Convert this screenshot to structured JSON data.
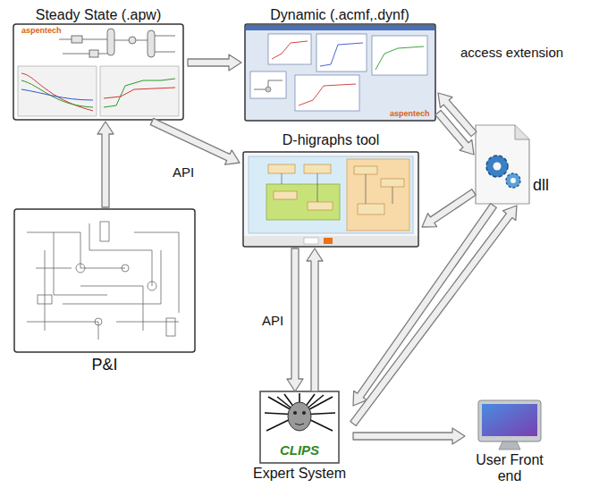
{
  "diagram": {
    "nodes": [
      {
        "text": [
          "Steady State (.apw)"
        ]
      },
      {
        "text": [
          "Dynamic (.acmf,.dynf)"
        ]
      },
      {
        "text": [
          "D-higraphs tool"
        ]
      },
      {
        "text": [
          "dll"
        ]
      },
      {
        "text": [
          "P&I"
        ]
      },
      {
        "text": [
          "CLIPS",
          "Expert System"
        ]
      },
      {
        "text": [
          "User Front end"
        ]
      }
    ],
    "edges": [
      {
        "from": 0,
        "to": 1,
        "arrow": "to"
      },
      {
        "from": 3,
        "to": 1,
        "arrow": "to",
        "label": "access extension"
      },
      {
        "from": 1,
        "to": 3,
        "arrow": "to"
      },
      {
        "from": 0,
        "to": 2,
        "arrow": "to",
        "label": "API"
      },
      {
        "from": 4,
        "to": 0,
        "arrow": "to"
      },
      {
        "from": 3,
        "to": 2,
        "arrow": "to"
      },
      {
        "from": 2,
        "to": 5,
        "arrow": "to",
        "label": "API"
      },
      {
        "from": 5,
        "to": 2,
        "arrow": "to"
      },
      {
        "from": 3,
        "to": 5,
        "arrow": "to"
      },
      {
        "from": 5,
        "to": 3,
        "arrow": "to"
      },
      {
        "from": 5,
        "to": 6,
        "arrow": "to"
      }
    ],
    "labels": [
      "aspentech",
      "aspentech"
    ]
  }
}
